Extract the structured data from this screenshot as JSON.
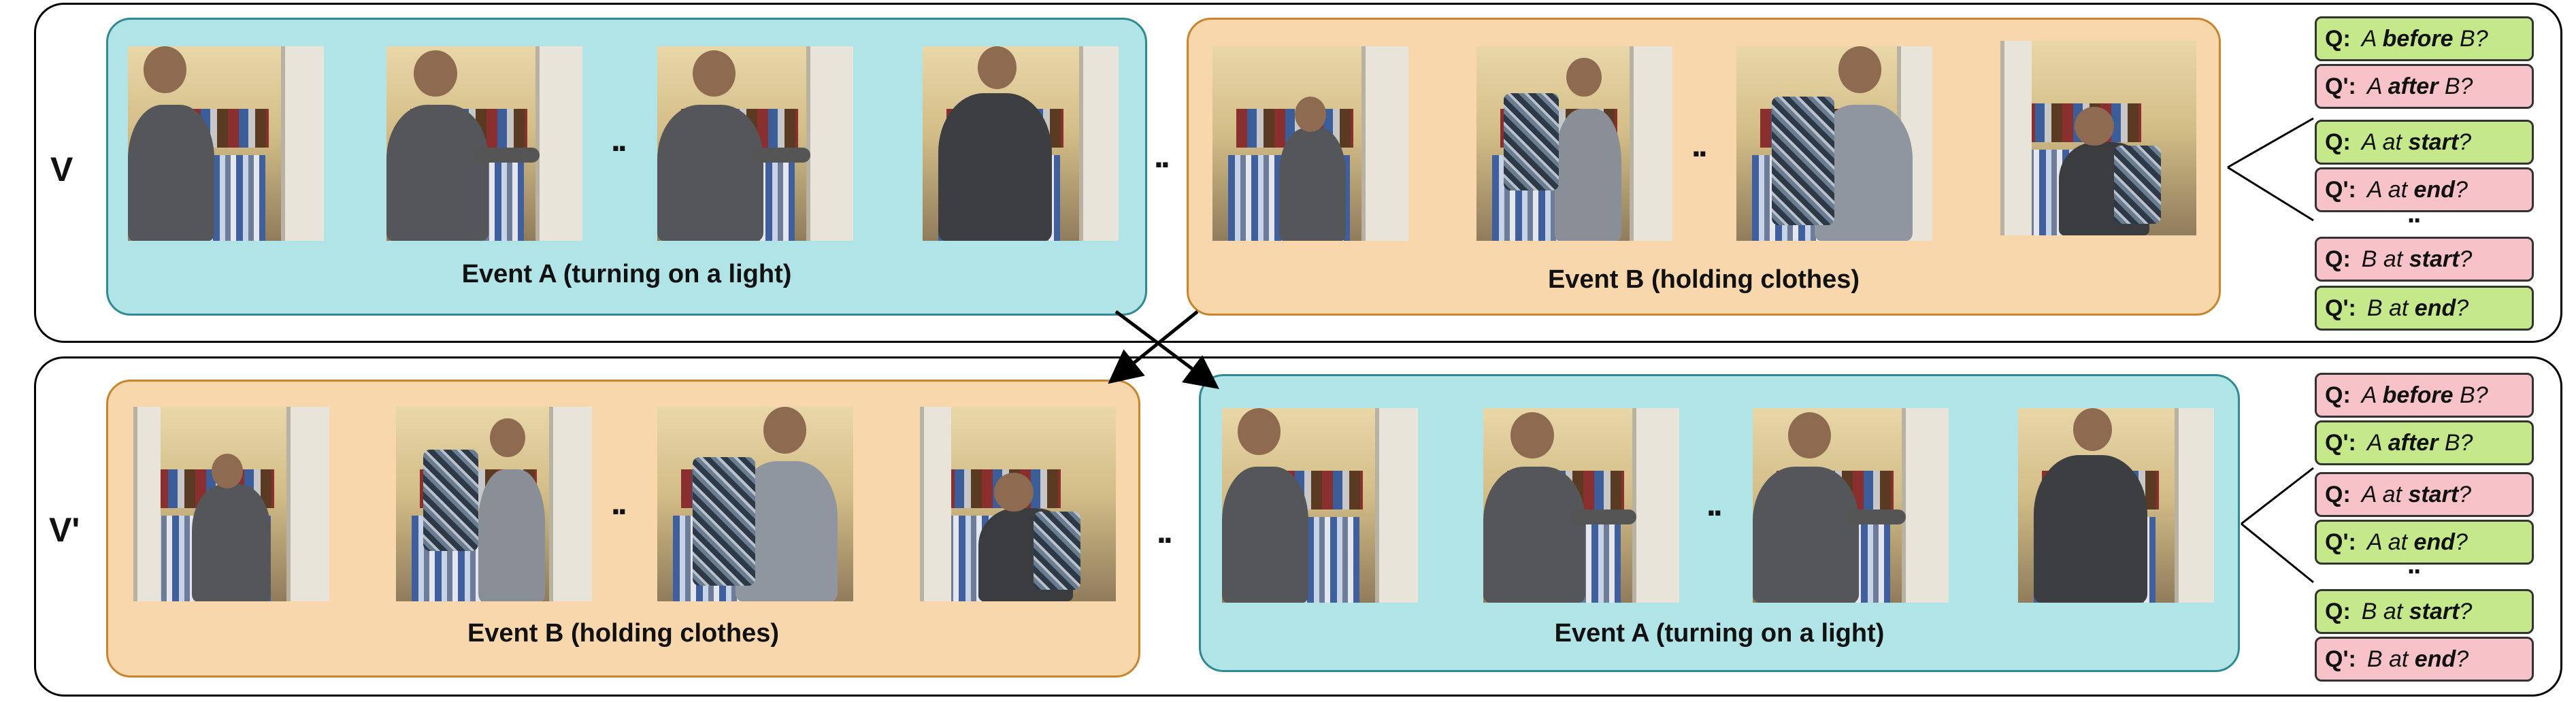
{
  "rows": [
    {
      "label": "V",
      "events": [
        {
          "color": "cyan",
          "caption": "Event A (turning on a light)"
        },
        {
          "color": "orange",
          "caption": "Event B (holding clothes)"
        }
      ],
      "questions": [
        {
          "label": "Q:",
          "pre": "A ",
          "key": "before",
          "post": " B?",
          "color": "green"
        },
        {
          "label": "Q':",
          "pre": "A ",
          "key": "after",
          "post": " B?",
          "color": "pink"
        },
        {
          "label": "Q:",
          "pre": "A at ",
          "key": "start",
          "post": "?",
          "color": "green"
        },
        {
          "label": "Q':",
          "pre": "A at ",
          "key": "end",
          "post": "?",
          "color": "pink"
        },
        {
          "label": "Q:",
          "pre": "B at ",
          "key": "start",
          "post": "?",
          "color": "pink"
        },
        {
          "label": "Q':",
          "pre": "B at ",
          "key": "end",
          "post": "?",
          "color": "green"
        }
      ]
    },
    {
      "label": "V'",
      "events": [
        {
          "color": "orange",
          "caption": "Event B (holding clothes)"
        },
        {
          "color": "cyan",
          "caption": "Event A (turning on a light)"
        }
      ],
      "questions": [
        {
          "label": "Q:",
          "pre": "A ",
          "key": "before",
          "post": " B?",
          "color": "pink"
        },
        {
          "label": "Q':",
          "pre": "A ",
          "key": "after",
          "post": " B?",
          "color": "green"
        },
        {
          "label": "Q:",
          "pre": "A at ",
          "key": "start",
          "post": "?",
          "color": "pink"
        },
        {
          "label": "Q':",
          "pre": "A at ",
          "key": "end",
          "post": "?",
          "color": "green"
        },
        {
          "label": "Q:",
          "pre": "B at ",
          "key": "start",
          "post": "?",
          "color": "green"
        },
        {
          "label": "Q':",
          "pre": "B at ",
          "key": "end",
          "post": "?",
          "color": "pink"
        }
      ]
    }
  ],
  "ellipsis": "..",
  "colors": {
    "cyan_fill": "#b0e4e6",
    "orange_fill": "#f9d7ad",
    "green_fill": "#c4e88a",
    "pink_fill": "#f7c3c9"
  }
}
